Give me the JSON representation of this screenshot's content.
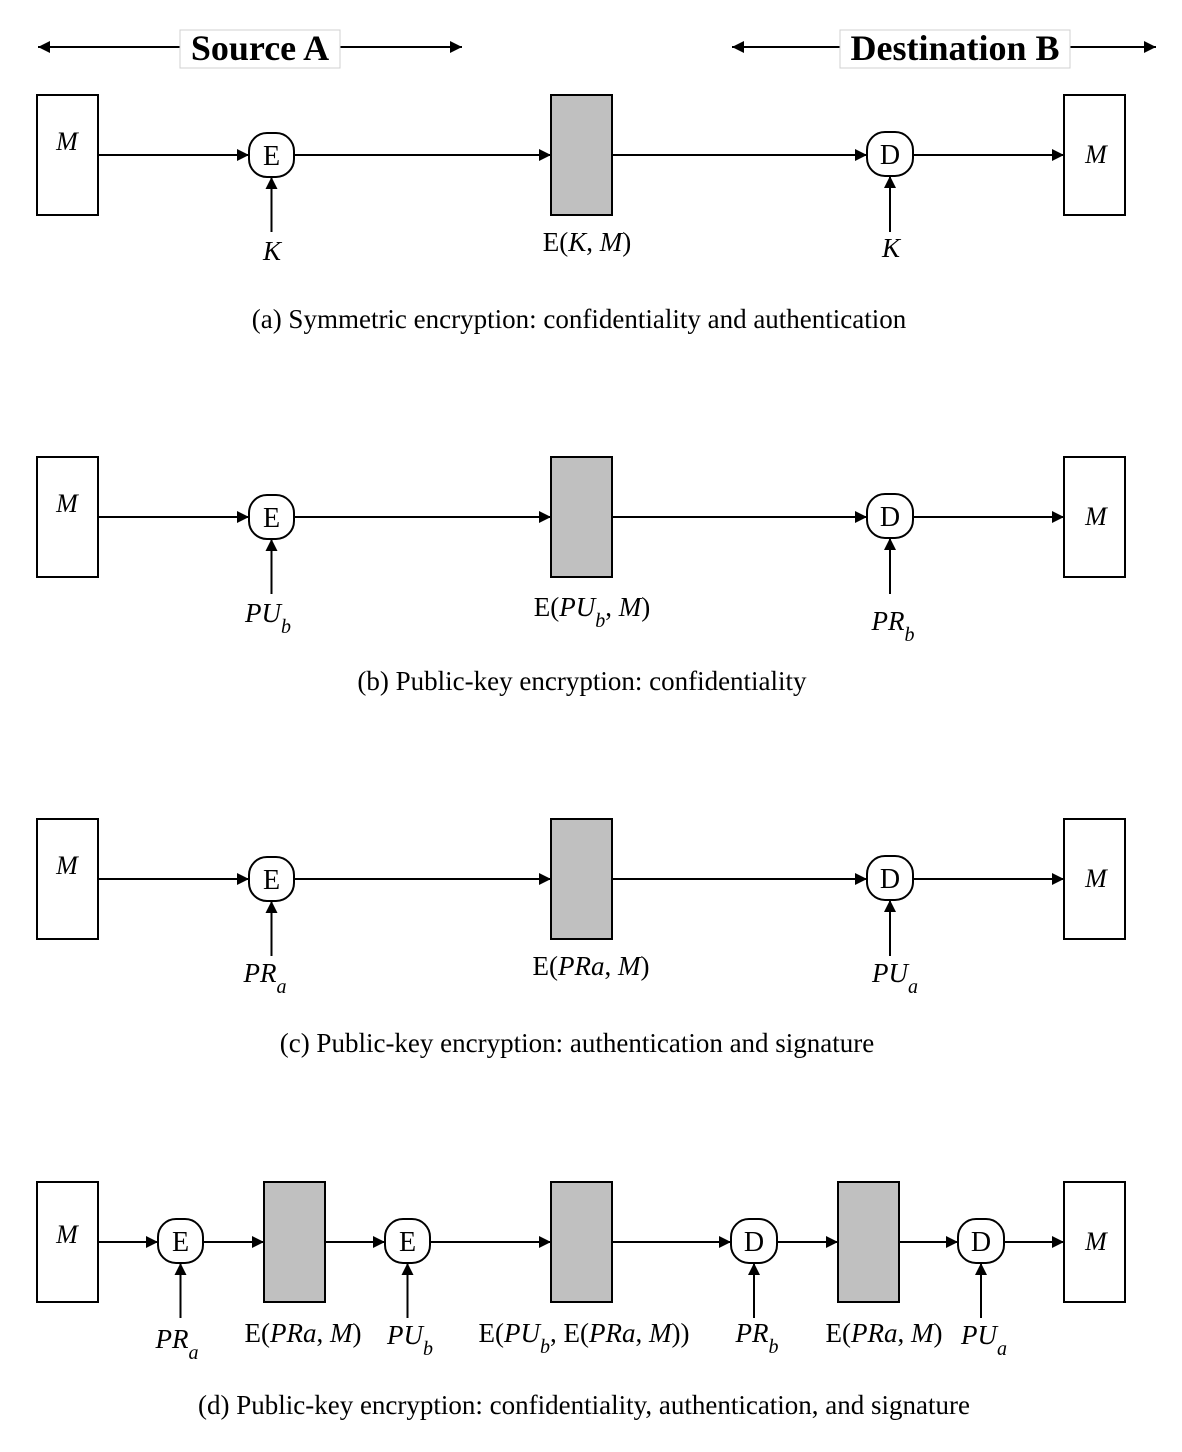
{
  "headers": {
    "source": "Source A",
    "destination": "Destination B"
  },
  "colors": {
    "ciphertext_fill": "#c0c0c0",
    "stroke": "#000000"
  },
  "message_symbol": "M",
  "encrypt_symbol": "E",
  "decrypt_symbol": "D",
  "panel_a": {
    "enc_key": "K",
    "ciphertext": "E(K, M)",
    "dec_key": "K",
    "caption": "(a) Symmetric encryption: confidentiality and authentication"
  },
  "panel_b": {
    "enc_key": "PUb",
    "ciphertext": "E(PUb, M)",
    "dec_key": "PRb",
    "caption": "(b) Public-key encryption: confidentiality"
  },
  "panel_c": {
    "enc_key": "PRa",
    "ciphertext": "E(PRa, M)",
    "dec_key": "PUa",
    "caption": "(c) Public-key encryption: authentication and signature"
  },
  "panel_d": {
    "key1": "PRa",
    "cipher1": "E(PRa, M)",
    "key2": "PUb",
    "cipher2": "E(PUb, E(PRa, M))",
    "key3": "PRb",
    "cipher3": "E(PRa, M)",
    "key4": "PUa",
    "caption": "(d) Public-key encryption: confidentiality, authentication, and signature"
  }
}
